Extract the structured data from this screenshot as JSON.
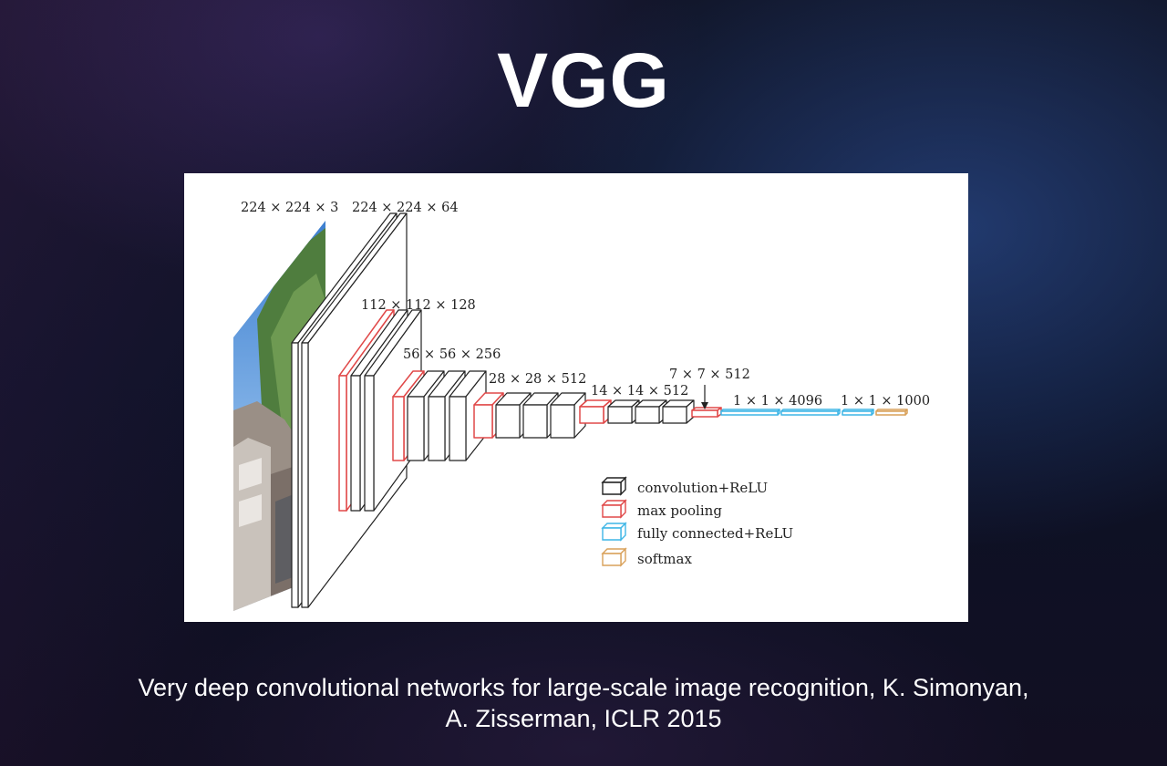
{
  "slide": {
    "title": "VGG",
    "caption_line1": "Very deep convolutional networks for large-scale image recognition, K. Simonyan,",
    "caption_line2": "A. Zisserman, ICLR 2015"
  },
  "diagram": {
    "shape_labels": {
      "input": "224 × 224 × 3",
      "block1": "224 × 224 × 64",
      "block2": "112 × 112 × 128",
      "block3": "56 × 56 × 256",
      "block4": "28 × 28 × 512",
      "block5": "14 × 14 × 512",
      "pool5": "7 × 7 × 512",
      "fc": "1 × 1 × 4096",
      "softmax": "1 × 1 × 1000"
    },
    "legend": [
      {
        "label": "convolution+ReLU",
        "color": "#222222"
      },
      {
        "label": "max pooling",
        "color": "#e04848"
      },
      {
        "label": "fully connected+ReLU",
        "color": "#3fb6e6"
      },
      {
        "label": "softmax",
        "color": "#d9a15a"
      }
    ]
  },
  "colors": {
    "conv": "#222222",
    "pool": "#e04848",
    "fc": "#3fb6e6",
    "softmax": "#d9a15a"
  }
}
